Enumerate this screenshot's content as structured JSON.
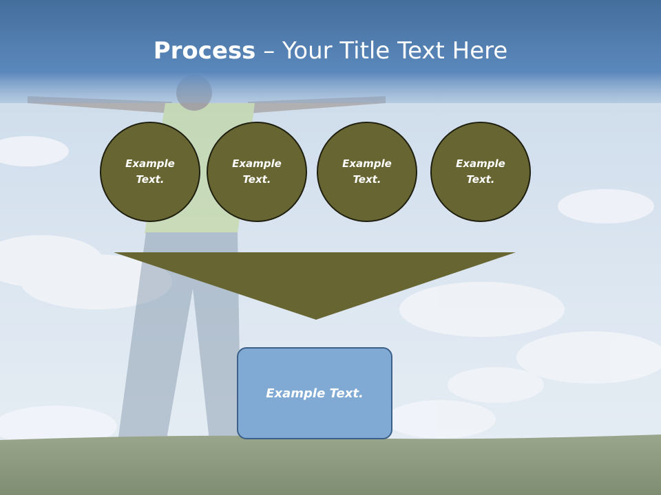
{
  "slide": {
    "title_bold": "Process",
    "title_rest": " – Your Title Text Here",
    "circles": [
      {
        "label": "Example Text."
      },
      {
        "label": "Example Text."
      },
      {
        "label": "Example Text."
      },
      {
        "label": "Example Text."
      }
    ],
    "result_label": "Example Text."
  },
  "colors": {
    "circle_fill": "#676532",
    "arrow_fill": "#676532",
    "box_fill": "#80aad3",
    "title_band": "#4f7fb5"
  }
}
